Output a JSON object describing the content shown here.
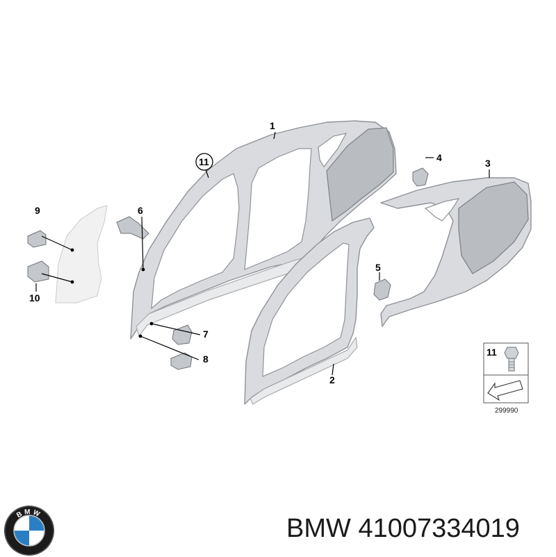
{
  "diagram": {
    "callouts": [
      {
        "id": "1",
        "label": "1"
      },
      {
        "id": "2",
        "label": "2"
      },
      {
        "id": "3",
        "label": "3"
      },
      {
        "id": "4",
        "label": "4"
      },
      {
        "id": "5",
        "label": "5"
      },
      {
        "id": "6",
        "label": "6"
      },
      {
        "id": "7",
        "label": "7"
      },
      {
        "id": "8",
        "label": "8"
      },
      {
        "id": "9",
        "label": "9"
      },
      {
        "id": "10",
        "label": "10"
      },
      {
        "id": "11",
        "label": "11"
      }
    ],
    "inset": {
      "label": "11",
      "ref_number": "299990"
    }
  },
  "brand": {
    "name": "BMW",
    "part_number": "41007334019",
    "logo_text": "BMW"
  },
  "colors": {
    "panel": "#d9dbde",
    "outline": "#8e9297",
    "logo_blue": "#2a7fc4",
    "logo_ring": "#111111"
  }
}
